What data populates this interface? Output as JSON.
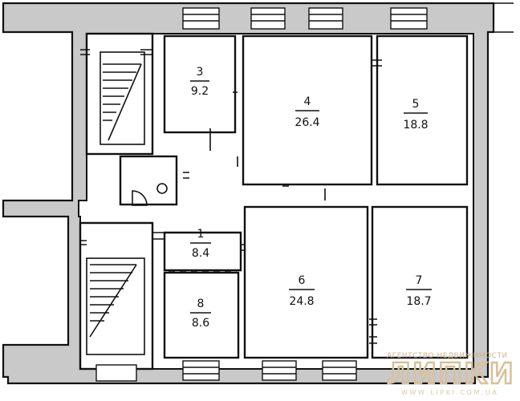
{
  "rooms": [
    {
      "id": "1",
      "number": "1",
      "area": "8.4"
    },
    {
      "id": "3",
      "number": "3",
      "area": "9.2"
    },
    {
      "id": "4",
      "number": "4",
      "area": "26.4"
    },
    {
      "id": "5",
      "number": "5",
      "area": "18.8"
    },
    {
      "id": "6",
      "number": "6",
      "area": "24.8"
    },
    {
      "id": "7",
      "number": "7",
      "area": "18.7"
    },
    {
      "id": "8",
      "number": "8",
      "area": "8.6"
    }
  ],
  "watermark": {
    "agency": "АГЕНТСТВО НЕДВИЖИМОСТИ",
    "brand": "ЛИПКИ",
    "url": "W W W . L I P K I . C O M . U A"
  }
}
